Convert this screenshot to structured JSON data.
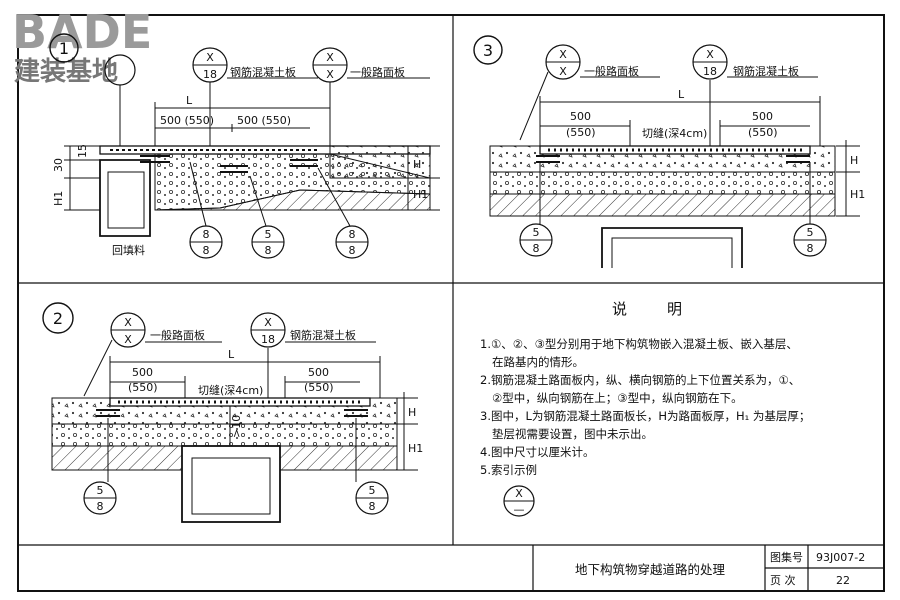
{
  "logo": {
    "brand": "BADE",
    "subtitle": "建装基地"
  },
  "section1": {
    "num": "1",
    "bubble_top_left": {
      "top": "X",
      "bottom": "18"
    },
    "label_left": "钢筋混凝土板",
    "bubble_top_right": {
      "top": "X",
      "bottom": "X"
    },
    "label_right": "一般路面板",
    "dim_L": "L",
    "dim_500_left": "500 (550)",
    "dim_500_right": "500 (550)",
    "dim_15": "15",
    "dim_30": "30",
    "dim_H": "H",
    "dim_H1_left": "H1",
    "dim_H1_right": "H1",
    "backfill": "回填料",
    "b1": {
      "top": "8",
      "bottom": "8"
    },
    "b2": {
      "top": "5",
      "bottom": "8"
    },
    "b3": {
      "top": "8",
      "bottom": "8"
    }
  },
  "section2": {
    "num": "2",
    "bubble_left": {
      "top": "X",
      "bottom": "X"
    },
    "label_left": "一般路面板",
    "bubble_right": {
      "top": "X",
      "bottom": "18"
    },
    "label_right": "钢筋混凝土板",
    "dim_L": "L",
    "dim_500_left": "500",
    "dim_550_left": "(550)",
    "dim_500_right": "500",
    "dim_550_right": "(550)",
    "cut": "切缝(深4cm)",
    "dim_gt10": ">10",
    "dim_H": "H",
    "dim_H1": "H1",
    "b_left": {
      "top": "5",
      "bottom": "8"
    },
    "b_right": {
      "top": "5",
      "bottom": "8"
    }
  },
  "section3": {
    "num": "3",
    "bubble_left": {
      "top": "X",
      "bottom": "X"
    },
    "label_left": "一般路面板",
    "bubble_right": {
      "top": "X",
      "bottom": "18"
    },
    "label_right": "钢筋混凝土板",
    "dim_L": "L",
    "dim_500_left": "500",
    "dim_550_left": "(550)",
    "dim_500_right": "500",
    "dim_550_right": "(550)",
    "cut": "切缝(深4cm)",
    "dim_H": "H",
    "dim_H1": "H1",
    "b_left": {
      "top": "5",
      "bottom": "8"
    },
    "b_right": {
      "top": "5",
      "bottom": "8"
    }
  },
  "notes": {
    "title": "说明",
    "lines": [
      "1.①、②、③型分别用于地下构筑物嵌入混凝土板、嵌入基层、",
      "在路基内的情形。",
      "2.钢筋混凝土路面板内，纵、横向钢筋的上下位置关系为，①、",
      "②型中，纵向钢筋在上；③型中，纵向钢筋在下。",
      "3.图中，L为钢筋混凝土路面板长，H为路面板厚，H₁ 为基层厚；",
      "垫层视需要设置，图中未示出。",
      "4.图中尺寸以厘米计。",
      "5.索引示例"
    ],
    "example_bubble": {
      "top": "X",
      "bottom": "—"
    }
  },
  "titleblock": {
    "title": "地下构筑物穿越道路的处理",
    "atlas_label": "图集号",
    "atlas_value": "93J007-2",
    "page_label": "页  次",
    "page_value": "22"
  }
}
